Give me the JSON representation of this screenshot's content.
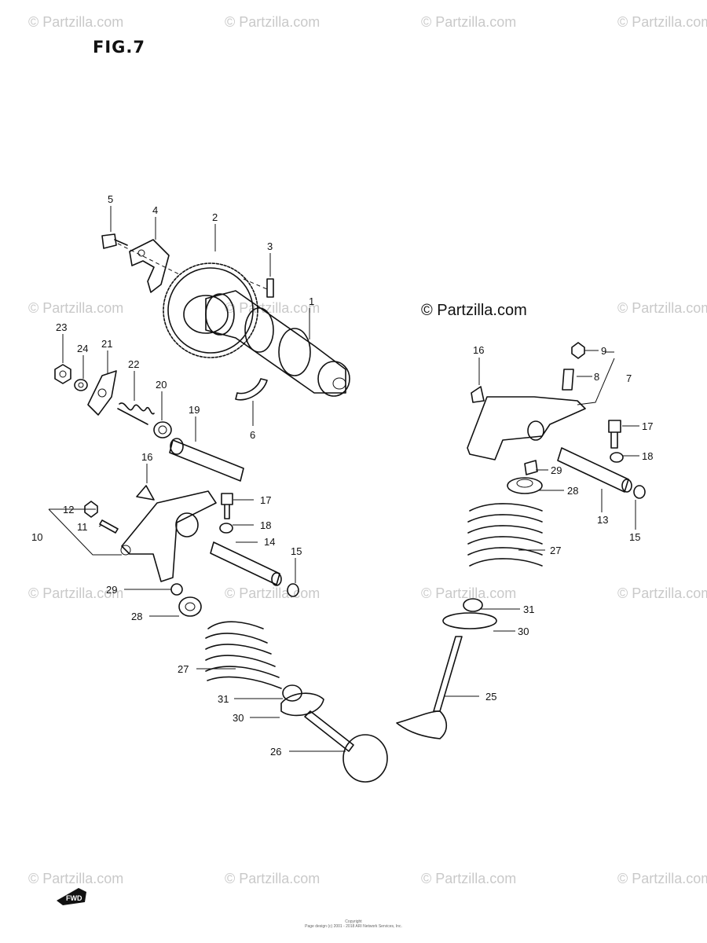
{
  "figure": {
    "title": "FIG.7"
  },
  "watermark": {
    "text": "© Partzilla.com",
    "main_text": "© Partzilla.com"
  },
  "fwd_label": "FWD",
  "copyright_lines": [
    "Copyright",
    "Page design (c) 2001 - 2018 ARI Network Services, Inc."
  ],
  "callouts": {
    "c1": "1",
    "c2": "2",
    "c3": "3",
    "c4": "4",
    "c5": "5",
    "c6": "6",
    "c7": "7",
    "c8": "8",
    "c9": "9",
    "c10": "10",
    "c11": "11",
    "c12": "12",
    "c13": "13",
    "c14": "14",
    "c15a": "15",
    "c15b": "15",
    "c16a": "16",
    "c16b": "16",
    "c17a": "17",
    "c17b": "17",
    "c18a": "18",
    "c18b": "18",
    "c19": "19",
    "c20": "20",
    "c21": "21",
    "c22": "22",
    "c23": "23",
    "c24": "24",
    "c25": "25",
    "c26": "26",
    "c27a": "27",
    "c27b": "27",
    "c28a": "28",
    "c28b": "28",
    "c29a": "29",
    "c29b": "29",
    "c30a": "30",
    "c30b": "30",
    "c31a": "31",
    "c31b": "31"
  }
}
